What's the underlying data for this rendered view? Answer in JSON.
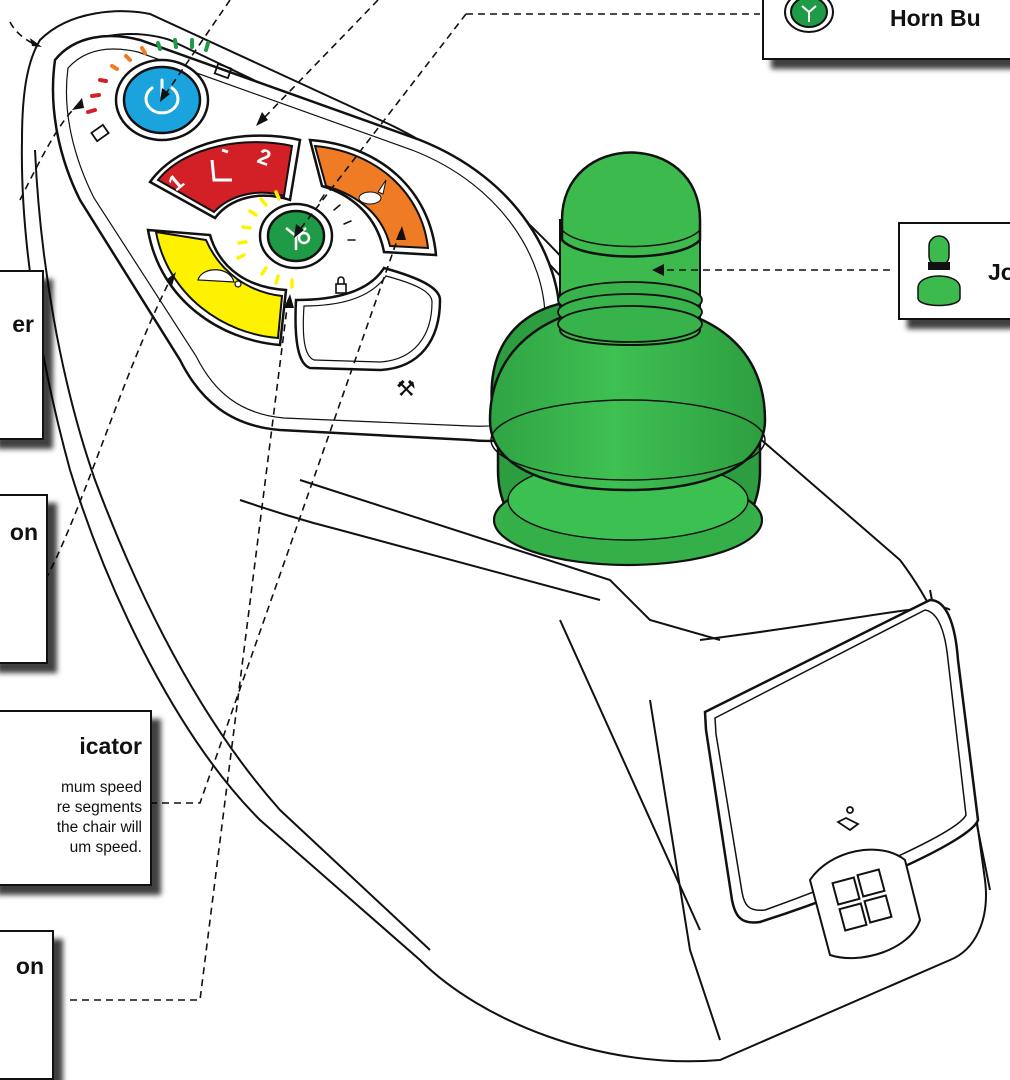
{
  "labels": {
    "horn_button": {
      "title": "Horn Bu"
    },
    "joystick": {
      "title": "Jo"
    },
    "power": {
      "title": "er"
    },
    "profile_button": {
      "title": "on"
    },
    "speed_indicator": {
      "title": "icator",
      "desc": [
        "mum speed",
        "re segments",
        "the chair will",
        "um speed."
      ]
    },
    "speed_button": {
      "title": "on"
    }
  },
  "panel_glyphs": {
    "profile_left": "1",
    "profile_right": "2",
    "wrench": "⚒"
  },
  "colors": {
    "power_button": "#1aa3dc",
    "profile_button": "#d32026",
    "horn_button": "#1f9a46",
    "speed_up_button": "#ef7b24",
    "speed_down_button": "#fff200",
    "joystick": "#3dba4e",
    "battery_red": "#d32026",
    "battery_orange": "#ef7b24",
    "battery_green": "#1f9a46"
  },
  "icons": [
    "power-icon",
    "horn-icon",
    "battery-icon",
    "rabbit-icon",
    "turtle-icon",
    "lock-icon",
    "wrench-icon",
    "seat-icon"
  ]
}
